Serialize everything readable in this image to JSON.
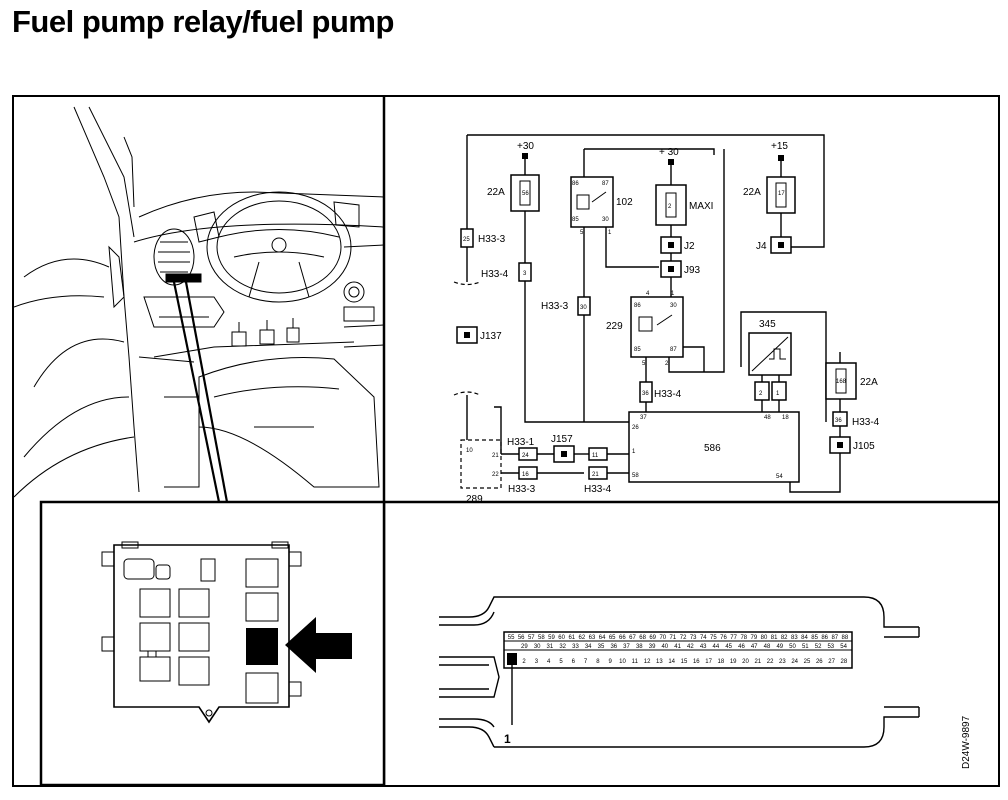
{
  "title": "Fuel pump relay/fuel pump",
  "schematic": {
    "supply_30_left": "+30",
    "supply_30_mid": "+ 30",
    "supply_15": "+15",
    "fuse_left_rating": "22A",
    "fuse_left_num": "56",
    "fuse_right_rating": "22A",
    "fuse_right_num": "17",
    "fuse_bottom_rating": "22A",
    "fuse_bottom_num": "168",
    "maxi_label": "MAXI",
    "maxi_num": "2",
    "relay_102": "102",
    "relay_229": "229",
    "relay_102_pins": [
      "86",
      "87",
      "85",
      "30",
      "5",
      "1"
    ],
    "relay_229_pins": [
      "4",
      "1",
      "86",
      "30",
      "85",
      "87",
      "5",
      "2"
    ],
    "component_345": "345",
    "ecu_586": "586",
    "ecu_pins": [
      "37",
      "26",
      "1",
      "58",
      "48",
      "18",
      "54"
    ],
    "component_289": "289",
    "component_289_pins": [
      "10",
      "21",
      "22"
    ],
    "connectors": {
      "h33_3_top": "H33-3",
      "h33_4_left": "H33-4",
      "h33_3_mid": "H33-3",
      "h33_4_relay": "H33-4",
      "h33_4_right": "H33-4",
      "h33_1": "H33-1",
      "h33_3_bottom": "H33-3",
      "h33_4_bottom": "H33-4",
      "j2": "J2",
      "j93": "J93",
      "j4": "J4",
      "j137": "J137",
      "j157": "J157",
      "j105": "J105"
    },
    "connector_pins": {
      "h33_3_top": "25",
      "h33_4_left": "3",
      "h33_3_mid": "30",
      "h33_4_relay": "36",
      "h33_4_right": "36",
      "h33_1": "24",
      "h33_3_bottom": "16",
      "h33_4_side_a": "11",
      "h33_4_side_b": "21",
      "comp345_pins": [
        "2",
        "1"
      ]
    }
  },
  "connector_view": {
    "top_row": [
      "55",
      "56",
      "57",
      "58",
      "59",
      "60",
      "61",
      "62",
      "63",
      "64",
      "65",
      "66",
      "67",
      "68",
      "69",
      "70",
      "71",
      "72",
      "73",
      "74",
      "75",
      "76",
      "77",
      "78",
      "79",
      "80",
      "81",
      "82",
      "83",
      "84",
      "85",
      "86",
      "87",
      "88"
    ],
    "bottom_row": [
      "29",
      "30",
      "31",
      "32",
      "33",
      "34",
      "35",
      "36",
      "37",
      "38",
      "39",
      "40",
      "41",
      "42",
      "43",
      "44",
      "45",
      "46",
      "47",
      "48",
      "49",
      "50",
      "51",
      "52",
      "53",
      "54"
    ],
    "lower_row": [
      "2",
      "3",
      "4",
      "5",
      "6",
      "7",
      "8",
      "9",
      "10",
      "11",
      "12",
      "13",
      "14",
      "15",
      "16",
      "17",
      "18",
      "19",
      "20",
      "21",
      "22",
      "23",
      "24",
      "25",
      "26",
      "27",
      "28"
    ],
    "pin_callout": "1",
    "figure_code": "D24W-9897"
  }
}
